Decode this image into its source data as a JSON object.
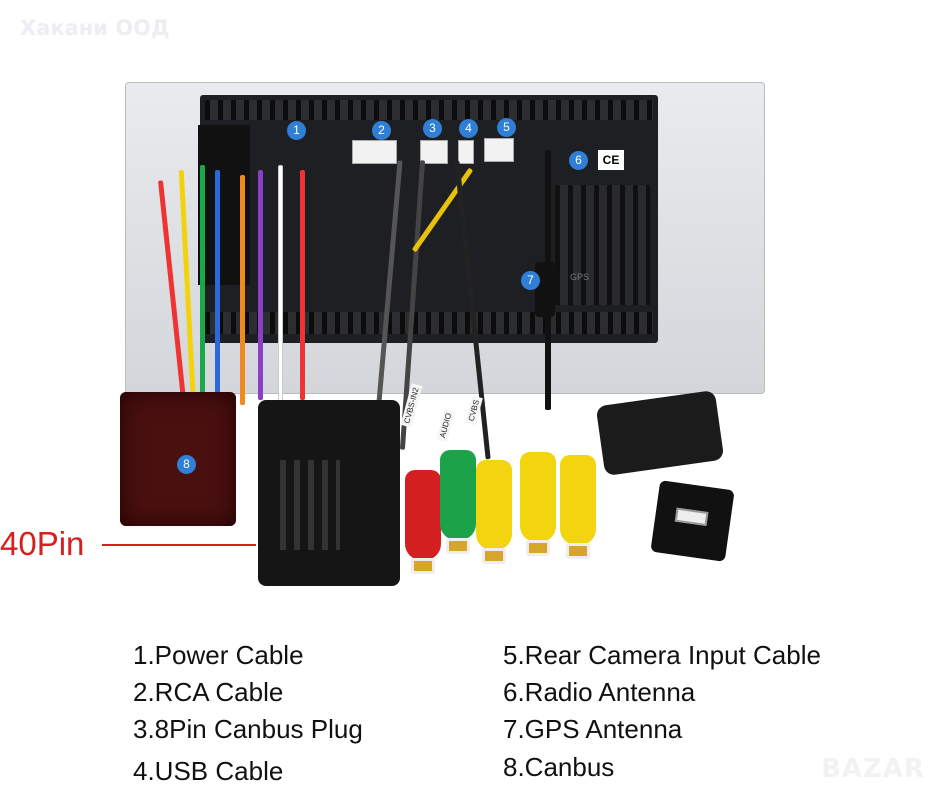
{
  "watermark": "Хакани ООД",
  "site_logo": "BAZAR",
  "photo": {
    "callouts": [
      "1",
      "2",
      "3",
      "4",
      "5",
      "6",
      "7",
      "8"
    ],
    "pin_label": "40Pin",
    "cable_tags": [
      "CVBS-IN2",
      "AUDIO",
      "CVBS"
    ],
    "panel_label": "GPS",
    "ce_mark": "CE"
  },
  "legend": {
    "left": [
      "1.Power Cable",
      "2.RCA Cable",
      "3.8Pin Canbus Plug",
      "4.USB Cable"
    ],
    "right": [
      "5.Rear Camera Input Cable",
      "6.Radio Antenna",
      "7.GPS Antenna",
      "8.Canbus"
    ]
  },
  "colors": {
    "callout": "#2f7fd6",
    "pin_label": "#d62020"
  }
}
